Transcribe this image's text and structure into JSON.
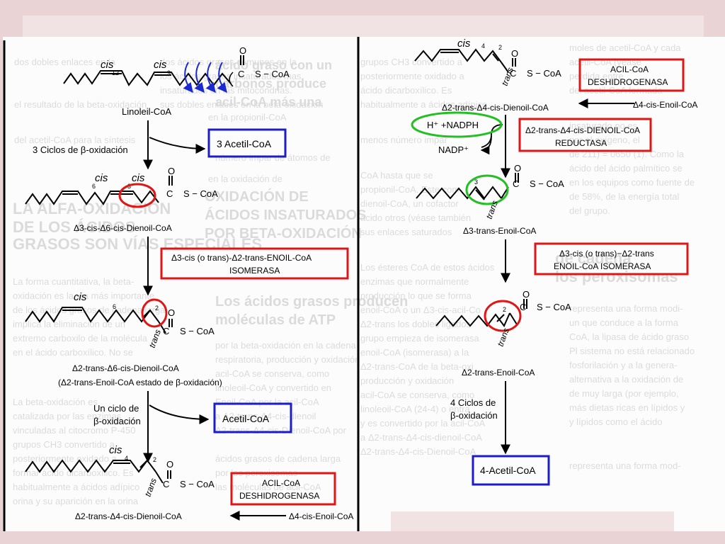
{
  "labels": {
    "linoleil": "Linoleil-CoA",
    "ciclos3": "3 Ciclos de β-oxidación",
    "acetil3": "3 Acetil-CoA",
    "dienoil_36": "Δ3-cis-Δ6-cis-Dienoil-CoA",
    "isomerasa1_l1": "Δ3-cis (o trans)-Δ2-trans-ENOIL-CoA",
    "isomerasa1_l2": "ISOMERASA",
    "dienoil_26": "Δ2-trans-Δ6-cis-Dienoil-CoA",
    "estado": "(Δ2-trans-Enoil-CoA estado de β-oxidación)",
    "un_ciclo_l1": "Un ciclo de",
    "un_ciclo_l2": "β-oxidación",
    "acetil1": "Acetil-CoA",
    "acil_l1": "ACIL-CoA",
    "acil_l2": "DESHIDROGENASA",
    "dienoil_24": "Δ2-trans-Δ4-cis-Dienoil-CoA",
    "enoil_4": "Δ4-cis-Enoil-CoA",
    "dienoil_24_r": "Δ2-trans-Δ4-cis-Dienoil-CoA",
    "nadph": "H⁺ +NADPH",
    "reductasa_l1": "Δ2-trans-Δ4-cis-DIENOIL-CoA",
    "reductasa_l2": "REDUCTASA",
    "nadp": "NADP⁺",
    "enoil_3": "Δ3-trans-Enoil-CoA",
    "isomerasa2_l1": "Δ3-cis (o trans)−Δ2-trans",
    "isomerasa2_l2": "ENOIL-CoA ISOMERASA",
    "enoil_2": "Δ2-trans-Enoil-CoA",
    "ciclos4_l1": "4 Ciclos de",
    "ciclos4_l2": "β-oxidación",
    "acetil4": "4-Acetil-CoA",
    "cis": "cis",
    "trans": "trans",
    "num12": "12",
    "num9": "9",
    "num6": "6",
    "num4": "4",
    "num3": "3",
    "num2": "2",
    "o_atom": "O",
    "c_atom": "C",
    "s_coa": "S − CoA"
  },
  "colors": {
    "enzyme_box": "#e01515",
    "product_box": "#1c1cc8",
    "cofactor": "#22c022",
    "mechanism_arrow": "#1a2ad0"
  }
}
